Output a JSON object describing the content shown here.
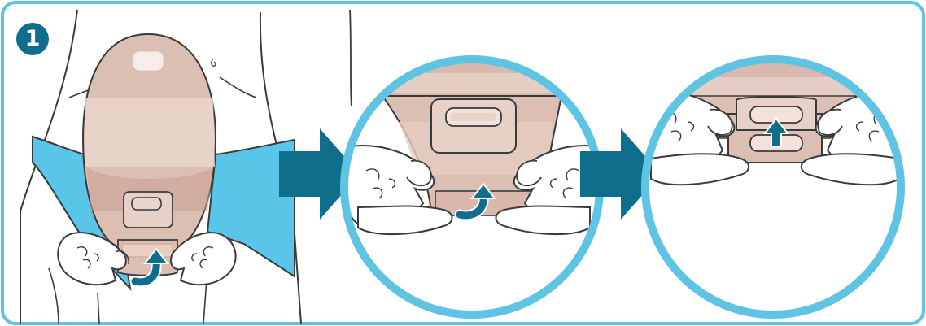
{
  "step": {
    "number": "1"
  },
  "colors": {
    "frame": "#5fc3e4",
    "accent_blue": "#0f6e8c",
    "garment": "#59c6e9",
    "pouch_light": "#ead6cc",
    "pouch_mid": "#dcbfb3",
    "pouch_dark": "#c9a295",
    "outline": "#3a3a3a"
  },
  "icons": [
    "step-number-badge",
    "right-arrow-icon",
    "curved-up-arrow-icon",
    "straight-up-arrow-icon"
  ],
  "panels": [
    {
      "view": "full",
      "arrow": "curved-up-arrow"
    },
    {
      "view": "zoom",
      "arrow": "curved-up-arrow"
    },
    {
      "view": "zoom",
      "arrow": "straight-up-arrow"
    }
  ]
}
